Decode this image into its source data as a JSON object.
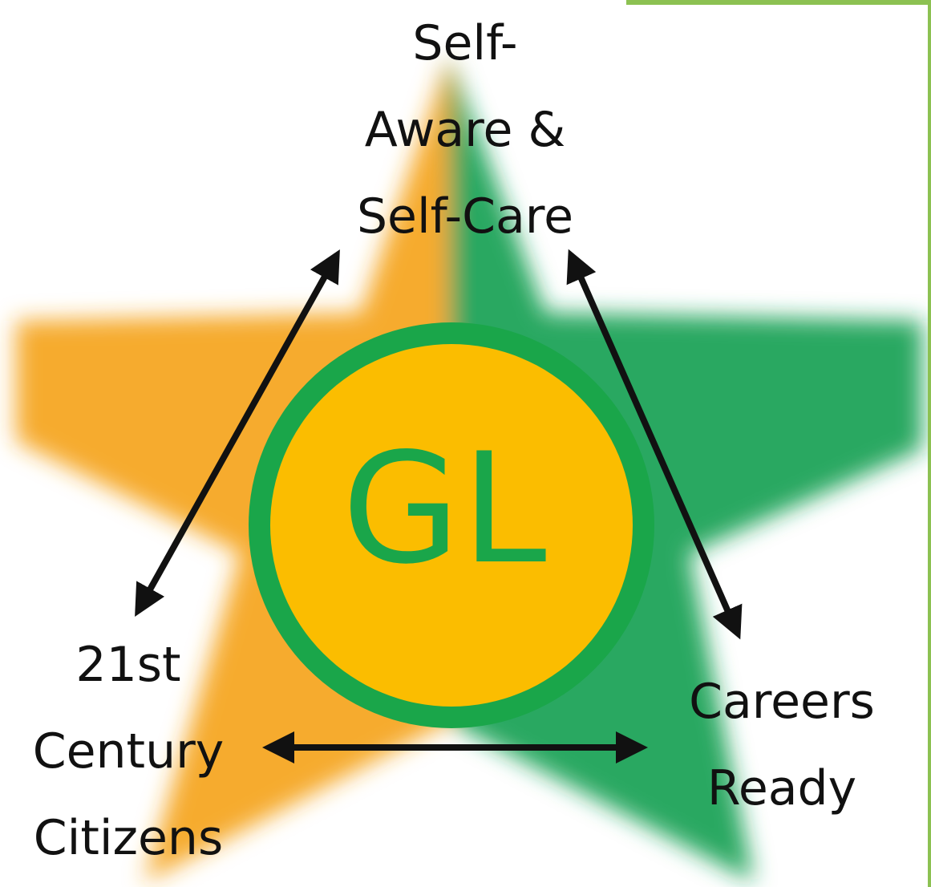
{
  "diagram": {
    "center_logo": "GL",
    "nodes": {
      "top": "Self-\nAware &\nSelf-Care",
      "left": "21st\nCentury\nCitizens",
      "right": "Careers\nReady"
    },
    "connections": [
      "top-left",
      "top-right",
      "left-right"
    ]
  },
  "colors": {
    "orange": "#f5a623",
    "green": "#1ea35a",
    "logo_fill": "#fbbd00",
    "logo_ring": "#1aa64a",
    "arrow": "#111111"
  }
}
